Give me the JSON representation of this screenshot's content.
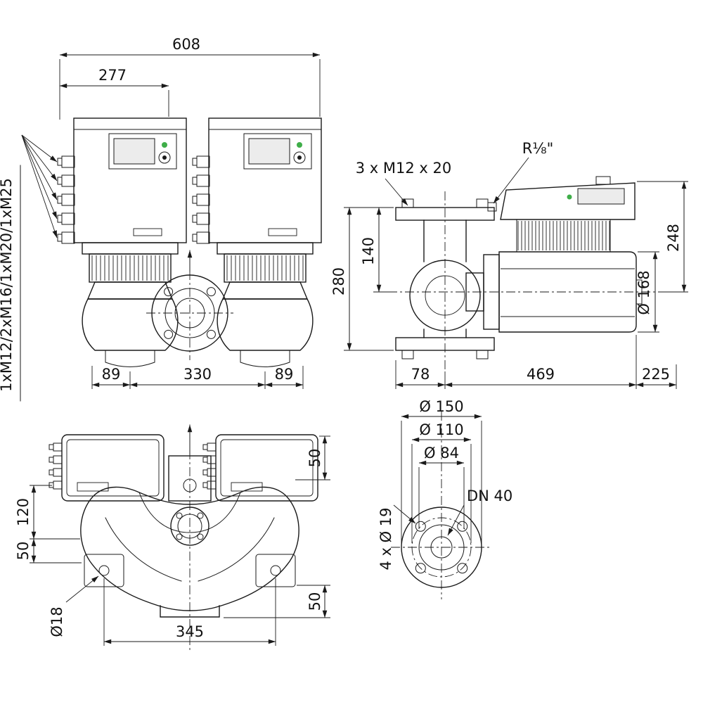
{
  "drawing": {
    "front_view": {
      "dim_total_width": "608",
      "dim_module_width": "277",
      "cable_glands_label": "1xM12/2xM16/1xM20/1xM25",
      "dim_left_offset": "89",
      "dim_port_distance": "330",
      "dim_right_offset": "89"
    },
    "side_view": {
      "thread_label": "R⅛\"",
      "screws_label": "3 x M12 x 20",
      "dim_flange_to_axis": "140",
      "dim_port_height": "280",
      "dim_top_height": "248",
      "dim_motor_diameter": "Ø 168",
      "dim_front": "78",
      "dim_length": "469",
      "dim_rear": "225"
    },
    "top_view": {
      "dim_left_upper": "120",
      "dim_left_lower": "50",
      "dim_right_upper": "50",
      "dim_right_lower": "50",
      "hole_label": "Ø18",
      "dim_foot_width": "345"
    },
    "flange_view": {
      "dim_outer_diameter": "Ø 150",
      "dim_bolt_circle": "Ø 110",
      "dim_raised_face": "Ø 84",
      "nominal_label": "DN 40",
      "bolt_holes_label": "4 x Ø 19"
    },
    "colors": {
      "line": "#1a1a1a",
      "led_green": "#3fae49"
    }
  }
}
